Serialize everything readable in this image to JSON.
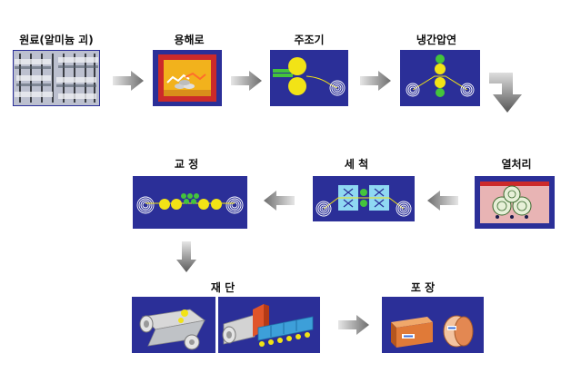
{
  "steps": {
    "raw": "원료(알미늄 괴)",
    "furnace": "용해로",
    "casting": "주조기",
    "rolling": "냉간압연",
    "heat": "열처리",
    "wash": "세 척",
    "straighten": "교 정",
    "cut": "재 단",
    "pack": "포 장"
  },
  "colors": {
    "panel": "#2b2f98",
    "accent_yellow": "#f2e316",
    "accent_green": "#44c43c",
    "arrow_gray": "#7a7a7a",
    "heat_panel": "#e8b4b4",
    "furnace_red": "#cc2a2a"
  }
}
